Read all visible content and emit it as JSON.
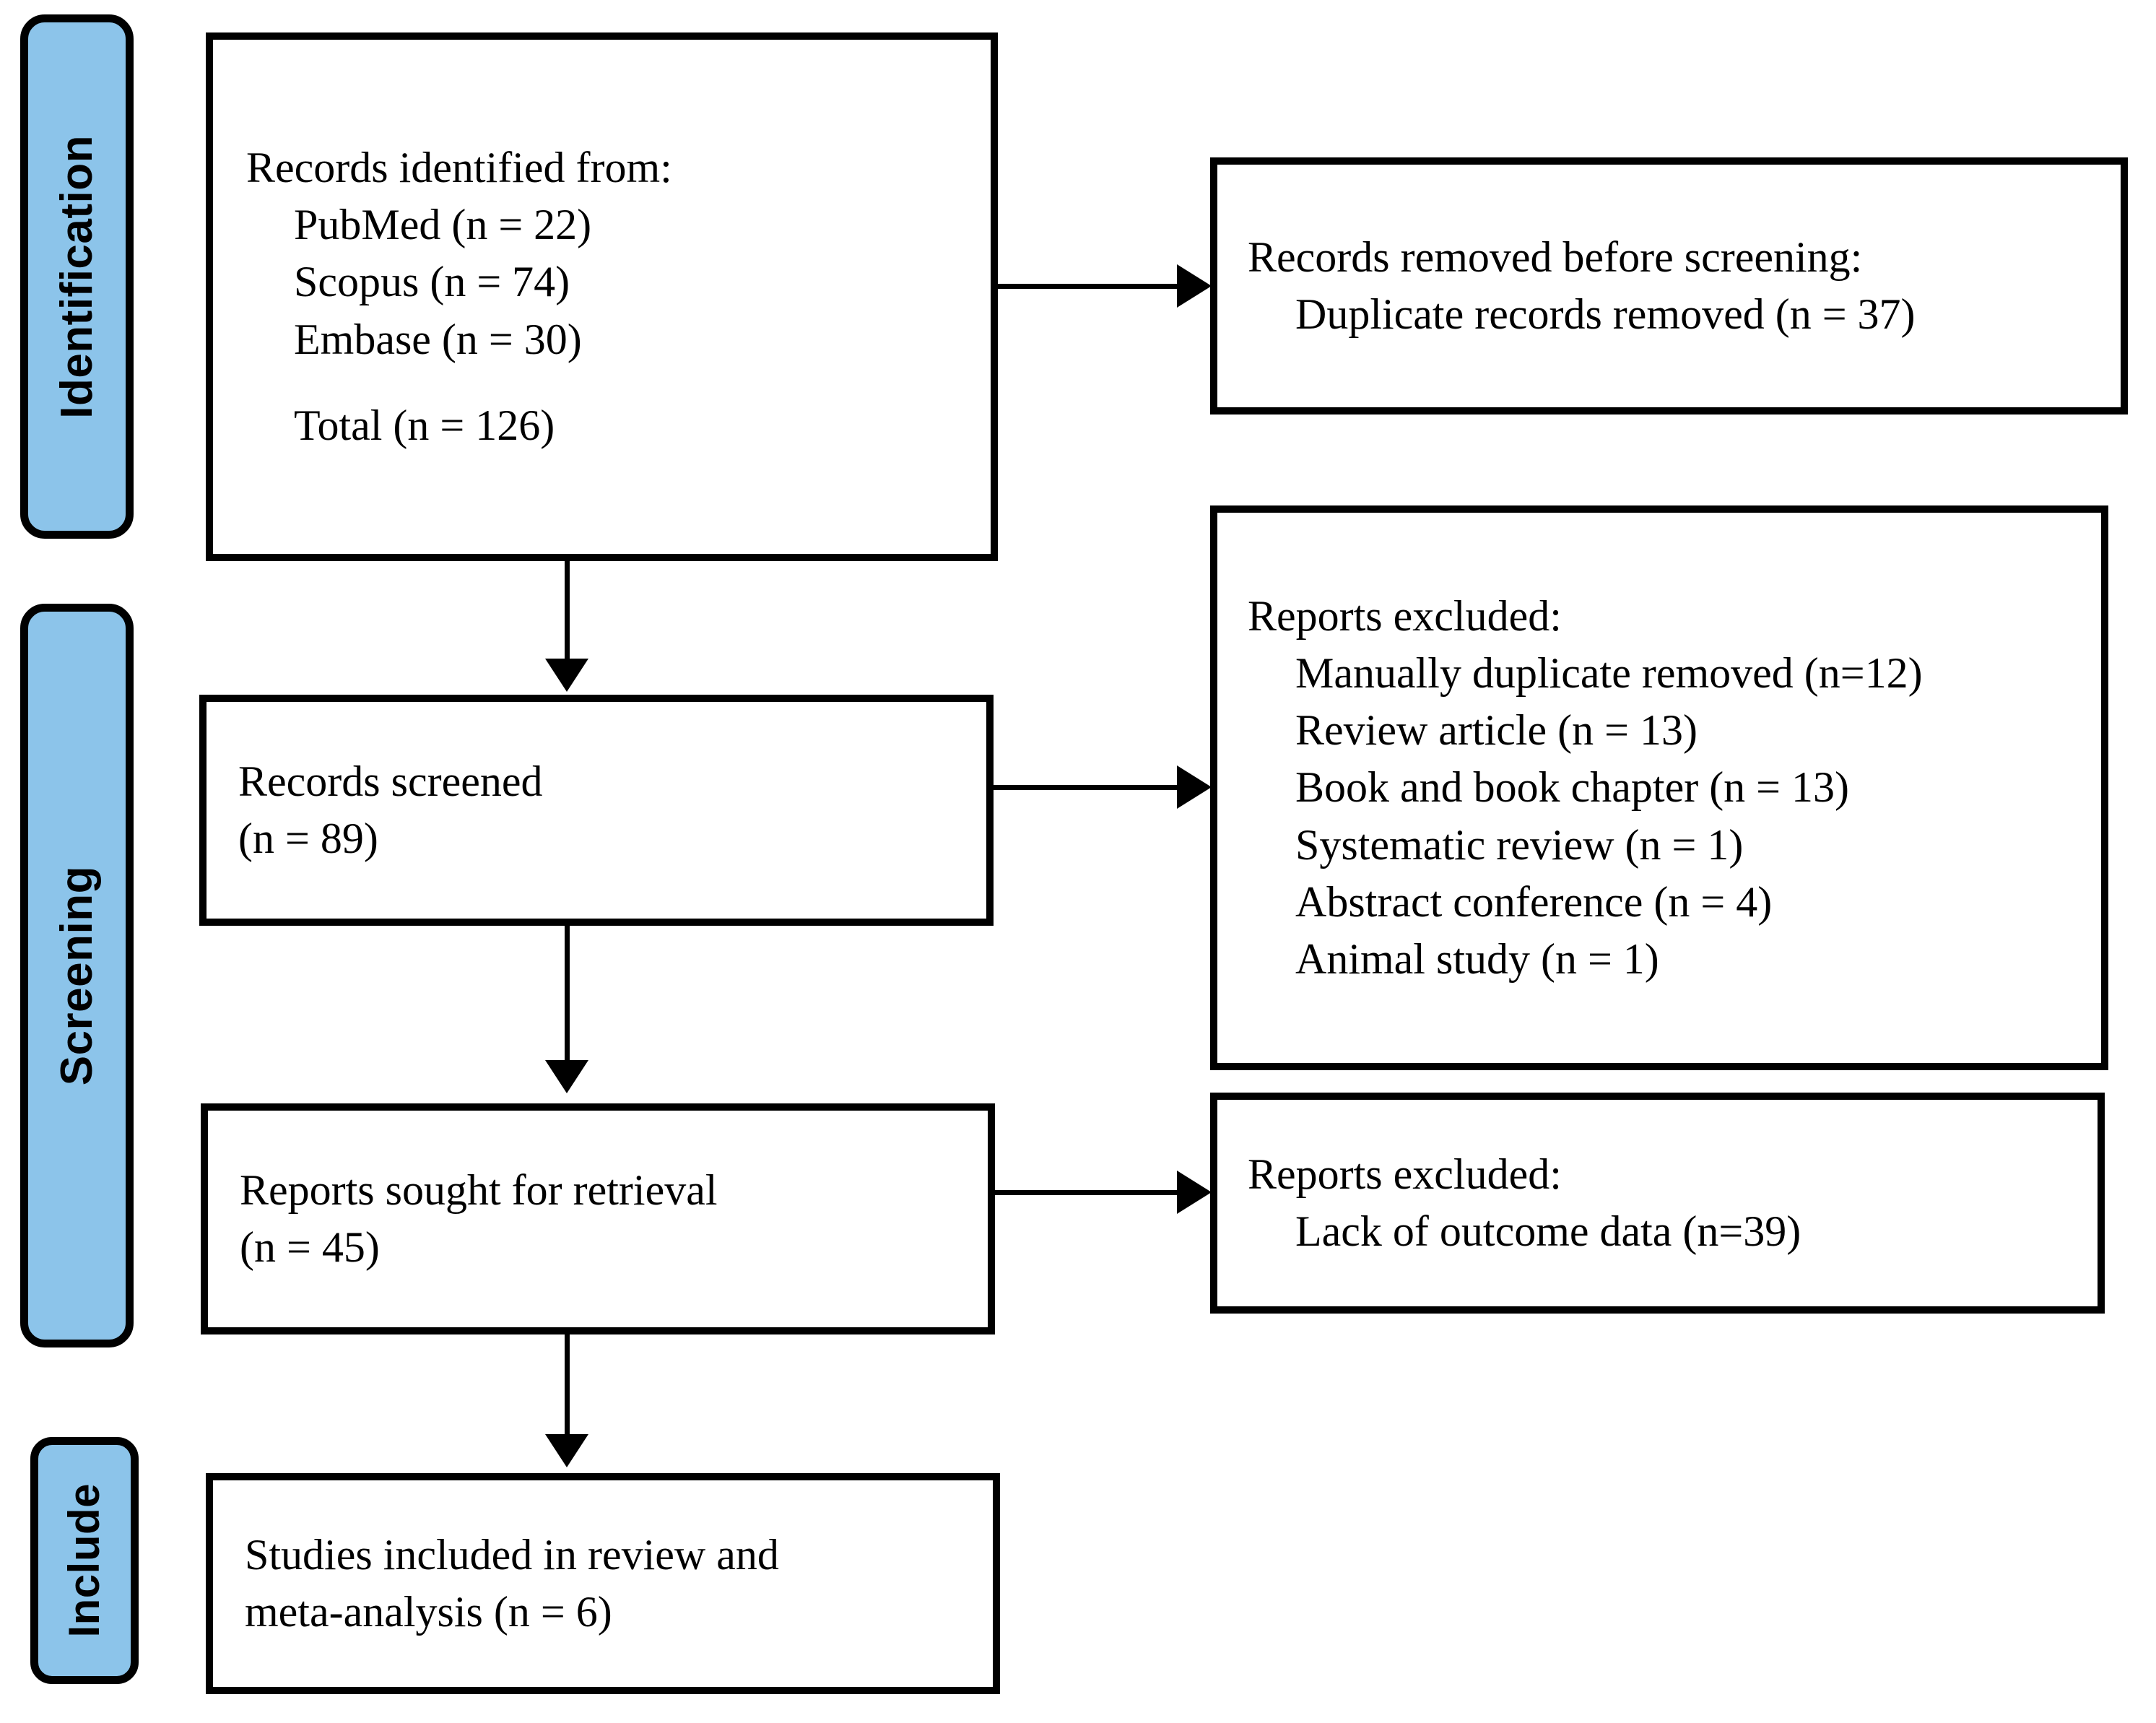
{
  "diagram": {
    "type": "prisma-flow-diagram",
    "accent_color": "#8CC4EA",
    "line_color": "#000000",
    "background_color": "#FFFFFF"
  },
  "stages": [
    {
      "label": "Identification"
    },
    {
      "label": "Screening"
    },
    {
      "label": "Include"
    }
  ],
  "boxes": {
    "identified": {
      "lines": [
        "Records identified from:",
        "PubMed (n = 22)",
        "Scopus (n = 74)",
        "Embase (n = 30)",
        "",
        "Total (n = 126)"
      ]
    },
    "removed_before_screening": {
      "lines": [
        "Records removed before screening:",
        "Duplicate records removed (n = 37)"
      ]
    },
    "records_screened": {
      "lines": [
        "Records screened",
        "(n = 89)"
      ]
    },
    "reports_excluded_screening": {
      "lines": [
        "Reports excluded:",
        "Manually duplicate removed (n=12)",
        "Review article (n = 13)",
        "Book and book chapter (n = 13)",
        "Systematic review (n = 1)",
        "Abstract conference (n = 4)",
        "Animal study (n = 1)"
      ]
    },
    "reports_sought": {
      "lines": [
        "Reports sought for retrieval",
        "(n = 45)"
      ]
    },
    "reports_excluded_retrieval": {
      "lines": [
        "Reports excluded:",
        "Lack of outcome data (n=39)"
      ]
    },
    "studies_included": {
      "lines": [
        "Studies included in review and",
        "meta-analysis (n = 6)"
      ]
    }
  },
  "counts": {
    "pubmed": 22,
    "scopus": 74,
    "embase": 30,
    "total_identified": 126,
    "duplicates_removed": 37,
    "records_screened": 89,
    "manually_duplicate_removed": 12,
    "review_article": 13,
    "book_and_book_chapter": 13,
    "systematic_review": 1,
    "abstract_conference": 4,
    "animal_study": 1,
    "reports_sought": 45,
    "lack_of_outcome_data": 39,
    "studies_included": 6
  }
}
